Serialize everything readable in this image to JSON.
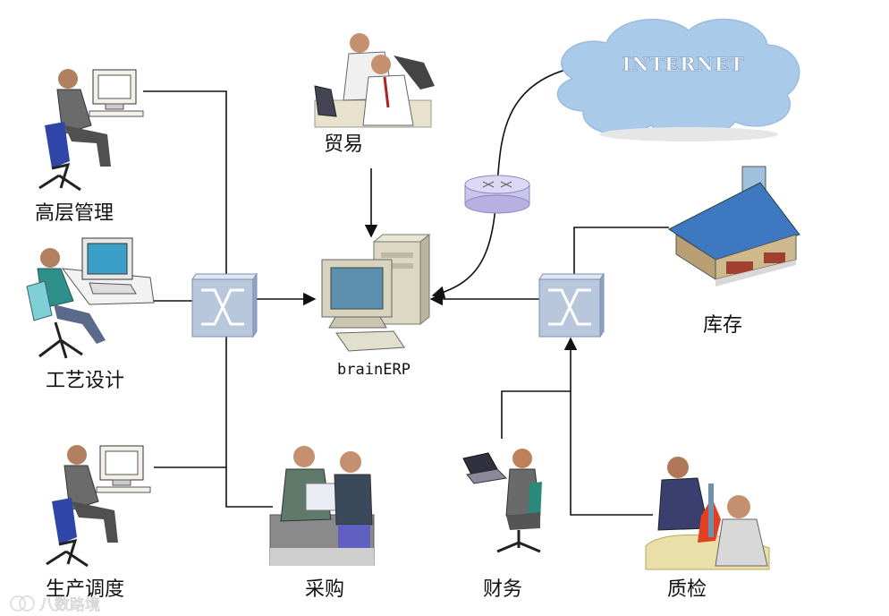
{
  "nodes": {
    "senior_management": "高层管理",
    "process_design": "工艺设计",
    "production_scheduling": "生产调度",
    "trade": "贸易",
    "server": "brainERP",
    "procurement": "采购",
    "finance": "财务",
    "quality_inspection": "质检",
    "inventory": "库存",
    "internet": "INTERNET"
  },
  "watermark": "八数路境",
  "colors": {
    "line": "#111111",
    "cloud": "#a9cbe9",
    "switch": "#b9c7dc",
    "router": "#c9c4ea",
    "roof": "#3d78c0",
    "wall": "#b8a074"
  }
}
